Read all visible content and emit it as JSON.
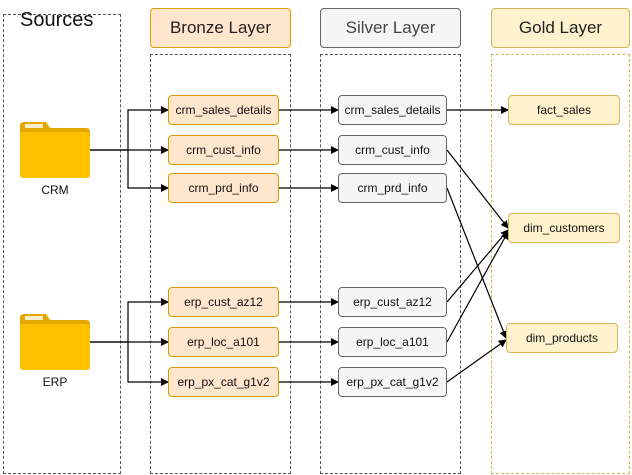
{
  "sources": {
    "title": "Sources",
    "systems": [
      {
        "label": "CRM",
        "icon": "folder-icon"
      },
      {
        "label": "ERP",
        "icon": "folder-icon"
      }
    ]
  },
  "layers": {
    "bronze": {
      "title": "Bronze Layer",
      "fill": "#ffe6cc",
      "stroke": "#d79b00",
      "tables": [
        "crm_sales_details",
        "crm_cust_info",
        "crm_prd_info",
        "erp_cust_az12",
        "erp_loc_a101",
        "erp_px_cat_g1v2"
      ]
    },
    "silver": {
      "title": "Silver Layer",
      "fill": "#f5f5f5",
      "stroke": "#666666",
      "tables": [
        "crm_sales_details",
        "crm_cust_info",
        "crm_prd_info",
        "erp_cust_az12",
        "erp_loc_a101",
        "erp_px_cat_g1v2"
      ]
    },
    "gold": {
      "title": "Gold Layer",
      "fill": "#fff2cc",
      "stroke": "#d6b656",
      "tables": [
        "fact_sales",
        "dim_customers",
        "dim_products"
      ]
    }
  },
  "colors": {
    "folder_yellow": "#ffc000",
    "folder_dark": "#e6a800",
    "edge": "#000000"
  }
}
